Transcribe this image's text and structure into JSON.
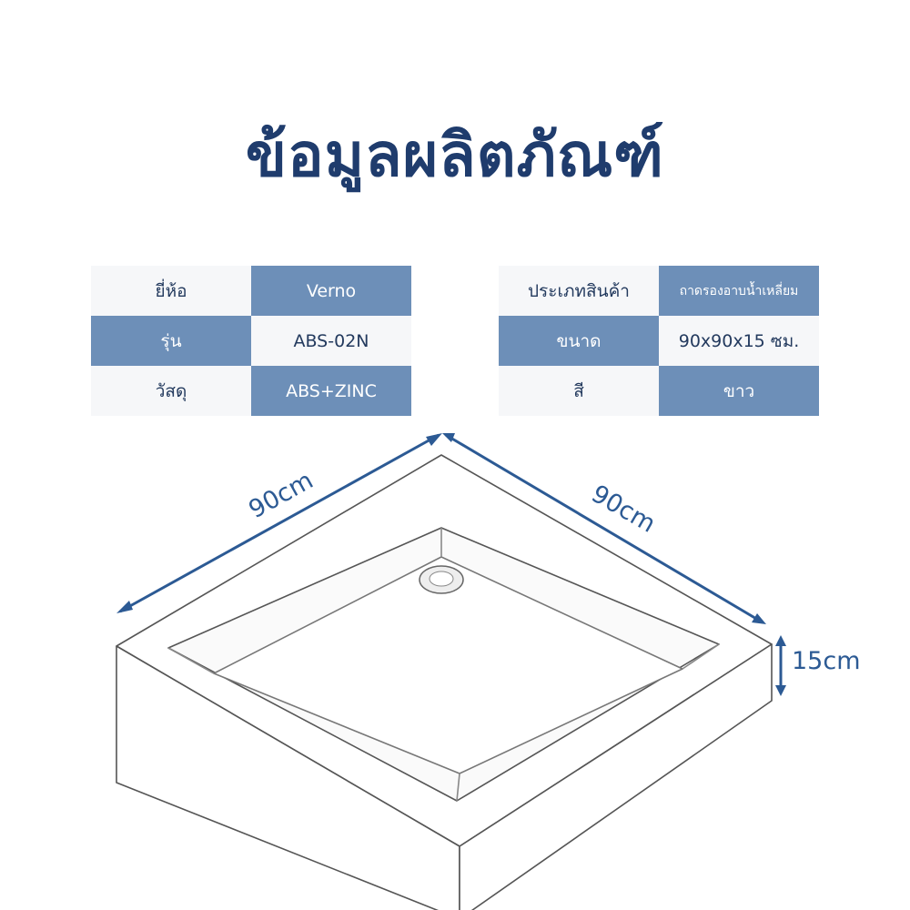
{
  "title": "ข้อมูลผลิตภัณฑ์",
  "left_table": [
    {
      "label": "ยี่ห้อ",
      "value": "Verno"
    },
    {
      "label": "รุ่น",
      "value": "ABS-02N"
    },
    {
      "label": "วัสดุ",
      "value": "ABS+ZINC"
    }
  ],
  "right_table": [
    {
      "label": "ประเภทสินค้า",
      "value": "ถาดรองอาบน้ำเหลี่ยม"
    },
    {
      "label": "ขนาด",
      "value": "90x90x15 ซม."
    },
    {
      "label": "สี",
      "value": "ขาว"
    }
  ],
  "dimensions": {
    "width": "90cm",
    "depth": "90cm",
    "height": "15cm"
  },
  "colors": {
    "accent": "#6d8fb8",
    "title": "#1f3c6d",
    "dimension": "#2c5a94"
  }
}
